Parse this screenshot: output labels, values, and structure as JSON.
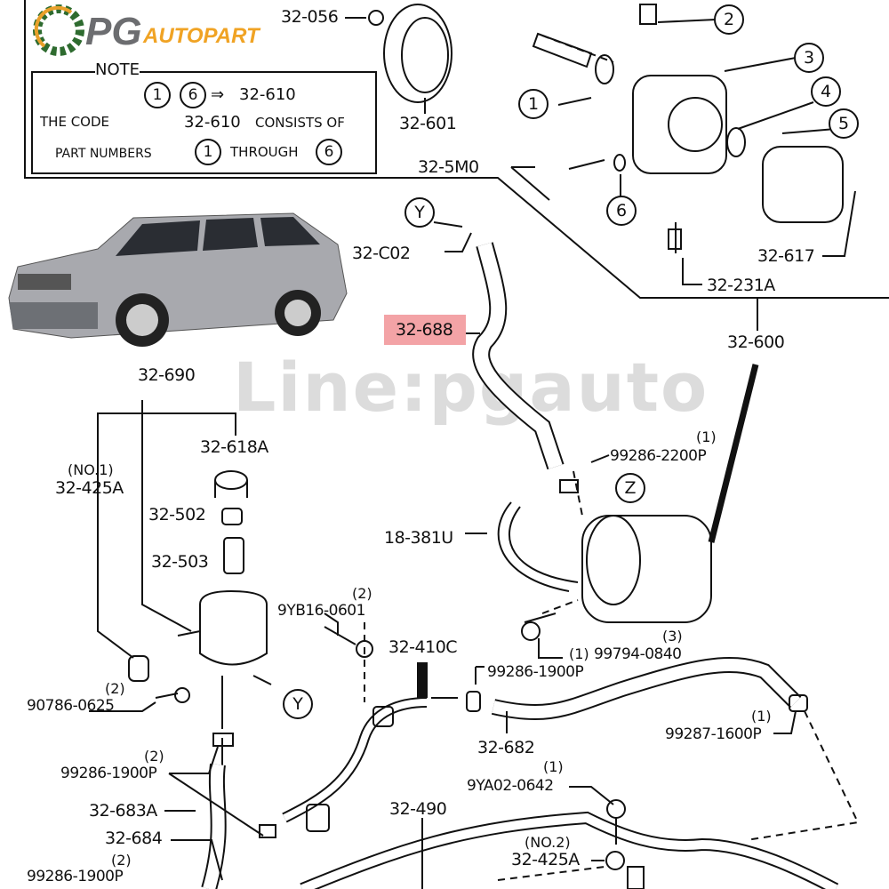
{
  "watermark": "Line:pgauto",
  "logo": {
    "brand": "PG",
    "sub": "AUTOPART"
  },
  "note": {
    "title": "NOTE",
    "line1_from": "1",
    "line1_to": "6",
    "line1_arrow": "⇒",
    "line1_code": "32-610",
    "line2": "THE CODE",
    "line2_code": "32-610",
    "line2_end": "CONSISTS OF",
    "line3_start": "PART NUMBERS",
    "line3_from": "1",
    "line3_mid": "THROUGH",
    "line3_to": "6"
  },
  "highlighted_part": "32-688",
  "callouts": [
    "1",
    "2",
    "3",
    "4",
    "5",
    "6",
    "Y",
    "Z",
    "Y"
  ],
  "parts": {
    "p32_056": "32-056",
    "p32_601": "32-601",
    "p32_5M0": "32-5M0",
    "p32_617": "32-617",
    "p32_231A": "32-231A",
    "p32_600": "32-600",
    "p32_C02": "32-C02",
    "p32_690": "32-690",
    "p32_618A": "32-618A",
    "no1": "(NO.1)",
    "p32_425A_1": "32-425A",
    "p32_502": "32-502",
    "p32_503": "32-503",
    "p18_381U": "18-381U",
    "p99286_2200P": "99286-2200P",
    "q99286_2200P": "(1)",
    "p9YB16_0601": "9YB16-0601",
    "q9YB16_0601": "(2)",
    "p32_410C": "32-410C",
    "p99286_1900P_a": "99286-1900P",
    "q99286_1900P_a": "(1)",
    "p99794_0840": "99794-0840",
    "q99794_0840": "(3)",
    "p90786_0625": "90786-0625",
    "q90786_0625": "(2)",
    "p32_682": "32-682",
    "p99287_1600P": "99287-1600P",
    "q99287_1600P": "(1)",
    "p99286_1900P_b": "99286-1900P",
    "q99286_1900P_b": "(2)",
    "p9YA02_0642": "9YA02-0642",
    "q9YA02_0642": "(1)",
    "p32_683A": "32-683A",
    "p32_490": "32-490",
    "p32_684": "32-684",
    "no2": "(NO.2)",
    "p32_425A_2": "32-425A",
    "p99286_1900P_c": "99286-1900P",
    "q99286_1900P_c": "(2)"
  }
}
